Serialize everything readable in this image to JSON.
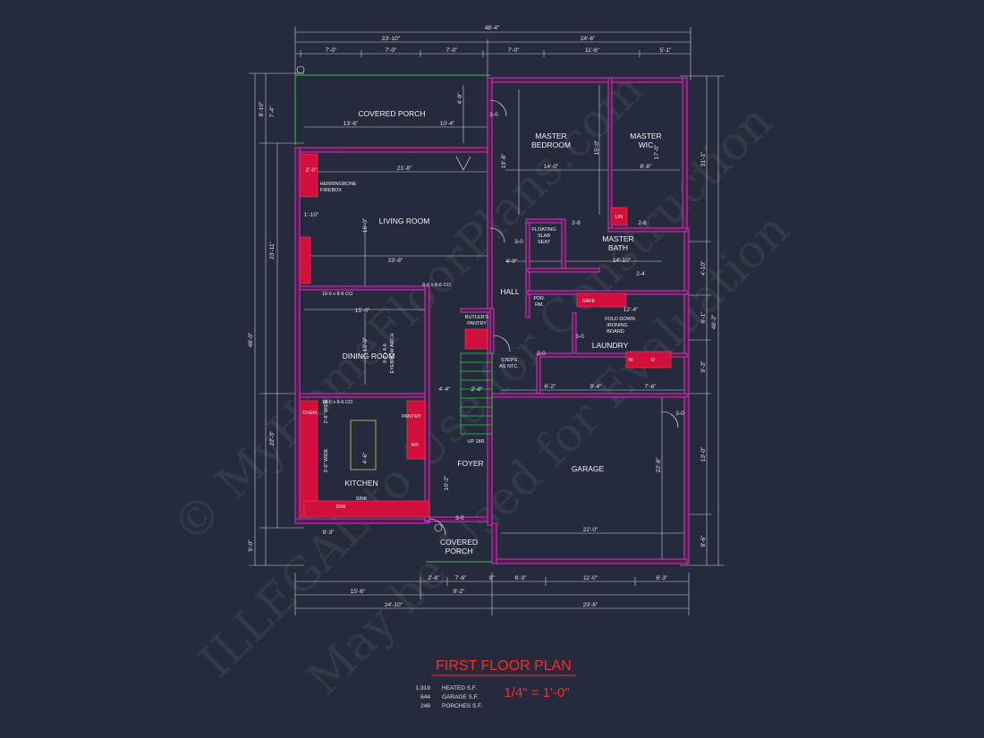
{
  "rooms": {
    "covered_porch_top": "COVERED PORCH",
    "living_room": "LIVING ROOM",
    "dining_room": "DINING ROOM",
    "kitchen": "KITCHEN",
    "foyer": "FOYER",
    "hall": "HALL",
    "garage": "GARAGE",
    "laundry": "LAUNDRY",
    "master_bedroom_1": "MASTER",
    "master_bedroom_2": "BEDROOM",
    "master_wic_1": "MASTER",
    "master_wic_2": "WIC",
    "master_bath_1": "MASTER",
    "master_bath_2": "BATH",
    "covered_porch_bottom_1": "COVERED",
    "covered_porch_bottom_2": "PORCH"
  },
  "fixtures": {
    "herringbone_1": "HERRINGBONE",
    "herringbone_2": "FIREBOX",
    "floating_1": "FLOATING",
    "floating_2": "SLAB",
    "floating_3": "SEAT",
    "lin": "LIN",
    "safe": "SAFE",
    "pdr_1": "PDR.",
    "pdr_2": "RM.",
    "fold_1": "FOLD DOWN",
    "fold_2": "IRONING",
    "fold_3": "BOARD",
    "butlers_1": "BUTLER'S",
    "butlers_2": "PANTRY",
    "steps_1": "STEPS",
    "steps_2": "AS NTC.",
    "oven": "OVEN",
    "pantry": "PANTRY",
    "rf": "R/F",
    "sink": "SINK",
    "dw": "D/W",
    "up": "UP 18R",
    "eyebrow": "8-0 x 8-6",
    "eyebrow_2": "EYEBROW ARCH",
    "w": "W",
    "d": "D",
    "cased_1": "10-0 x 8-6 CO",
    "cased_2": "6-0 x 8-6 CO",
    "cased_3": "10-0 x 8-6 CO",
    "wide_1": "2'-6\" WIDE",
    "wide_2": "3'-0\" WIDE"
  },
  "dims_top": {
    "overall": "48'-4\"",
    "left": "23'-10\"",
    "right": "24'-6\"",
    "s1": "7'-0\"",
    "s2": "7'-0\"",
    "s3": "7'-0\"",
    "s4": "7'-0\"",
    "s5": "11'-6\"",
    "s6": "5'-1\""
  },
  "dims_bottom": {
    "overall_left": "24'-10\"",
    "overall_right": "23'-6\"",
    "b1": "15'-6\"",
    "b2": "9'-2\"",
    "b3": "6'-3\"",
    "b4": "11'-0\"",
    "b5": "6'-3\"",
    "b6": "2'-6\"",
    "b7": "7'-6\"",
    "b8": "8\""
  },
  "dims_left": {
    "overall": "48'-0\"",
    "d1": "8'-10\"",
    "d2": "23'-11\"",
    "d3": "22'-3\"",
    "d4": "5'-0\"",
    "d5": "7'-4\""
  },
  "dims_right": {
    "overall": "46'-2\"",
    "d1": "21'-1\"",
    "d2": "4'-10\"",
    "d3": "6'-1\"",
    "d4": "9'-3\"",
    "d5": "13'-0\"",
    "d6": "8'-6\""
  },
  "dims_interior": {
    "porch_w": "13'-6\"",
    "porch_w2": "10'-4\"",
    "porch_d": "4'-9\"",
    "living_w": "21'-8\"",
    "living_w2": "23'-8\"",
    "living_d": "16'-0\"",
    "bed_w": "14'-0\"",
    "bed_d": "15'-0\"",
    "bed_d2": "19'-8\"",
    "wic_w": "8'-8\"",
    "wic_d": "17'-0\"",
    "bath_w": "14'-10\"",
    "bath_w2": "12'-4\"",
    "dining_w": "15'-0\"",
    "dining_d": "13'-0\"",
    "kitchen_w": "9'-3\"",
    "kitchen_d": "4'-6\"",
    "foyer_d": "10'-2\"",
    "garage_w": "22'-0\"",
    "garage_d": "22'-8\"",
    "garage_w2": "9'-4\"",
    "garage_w3": "7'-6\"",
    "hall_w": "4'-0\"",
    "hall_d": "6'-2\"",
    "door_30": "3-0",
    "door_28": "2-8",
    "door_26": "2-6",
    "door_24": "2-4",
    "door_20": "2-0",
    "fire_1": "2'-0\"",
    "fire_2": "1'-10\"",
    "stair_w": "4'-4\"",
    "stair_w2": "2'-8\""
  },
  "footer": {
    "title": "FIRST FLOOR PLAN",
    "scale": "1/4\" = 1'-0\"",
    "heated_num": "1,919",
    "heated_lbl": "HEATED S.F.",
    "garage_num": "644",
    "garage_lbl": "GARAGE S.F.",
    "porches_num": "248",
    "porches_lbl": "PORCHES S.F."
  },
  "watermark": {
    "line1": "© MyHomeFloorPlans.com",
    "line2": "ILLEGAL to Use for Construction",
    "line3": "May be Used for Evaluation"
  },
  "colors": {
    "background": "#252a3c",
    "wall": "#b23bb5",
    "wall_fill": "#d10f3a",
    "line": "#ffffff",
    "porch_edge": "#2ecc40",
    "title": "#ff2a2a"
  }
}
